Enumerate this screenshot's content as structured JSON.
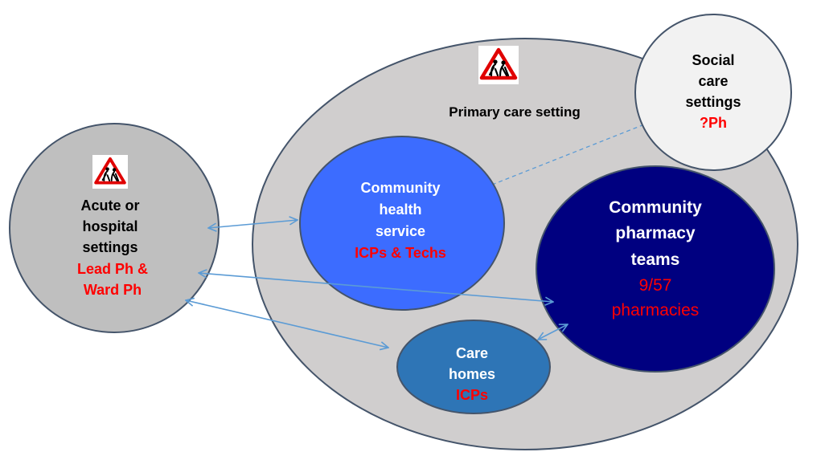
{
  "colors": {
    "primary_fill": "#d0cece",
    "primary_stroke": "#44546a",
    "acute_fill": "#bfbfbf",
    "social_fill": "#f2f2f2",
    "community_health_fill": "#3c6cff",
    "community_pharmacy_fill": "#000080",
    "care_homes_fill": "#2e75b6",
    "arrow": "#5b9bd5",
    "highlight": "#ff0000"
  },
  "primary_care": {
    "label": "Primary care setting",
    "icon": "elderly-crossing-warning-icon"
  },
  "acute": {
    "icon": "elderly-crossing-warning-icon",
    "line1": "Acute or",
    "line2": "hospital",
    "line3": "settings",
    "staff1": "Lead Ph &",
    "staff2": "Ward Ph"
  },
  "social": {
    "line1": "Social",
    "line2": "care",
    "line3": "settings",
    "staff": "?Ph"
  },
  "community_health": {
    "line1": "Community",
    "line2": "health",
    "line3": "service",
    "staff": "ICPs & Techs"
  },
  "community_pharmacy": {
    "line1": "Community",
    "line2": "pharmacy",
    "line3": "teams",
    "count": "9/57",
    "unit": "pharmacies"
  },
  "care_homes": {
    "line1": "Care",
    "line2": "homes",
    "staff": "ICPs"
  }
}
